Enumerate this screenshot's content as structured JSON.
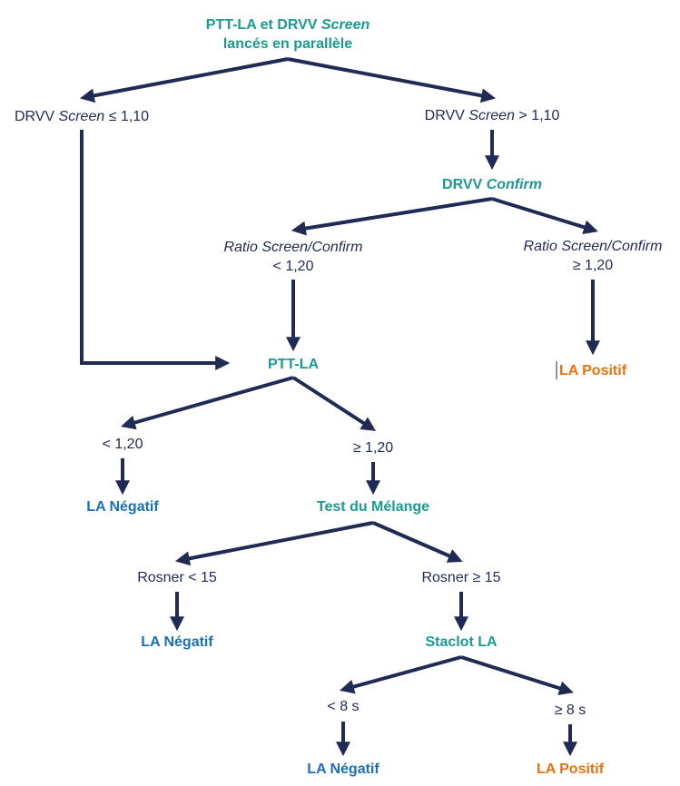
{
  "colors": {
    "teal": "#1b9a93",
    "navy": "#1f2a55",
    "negative": "#1b6fbb",
    "positive": "#e8720d"
  },
  "nodes": {
    "start_line1_a": "PTT-LA et DRVV ",
    "start_line1_b": "Screen",
    "start_line2": "lancés en parallèle",
    "drvv_low_a": "DRVV ",
    "drvv_low_b": "Screen",
    "drvv_low_c": " ≤ 1,10",
    "drvv_high_a": "DRVV ",
    "drvv_high_b": "Screen",
    "drvv_high_c": " > 1,10",
    "confirm_a": "DRVV ",
    "confirm_b": "Confirm",
    "ratio_low_1": "Ratio Screen/Confirm",
    "ratio_low_2": "< 1,20",
    "ratio_high_1": "Ratio Screen/Confirm",
    "ratio_high_2": "≥ 1,20",
    "ptt": "PTT-LA",
    "la_pos_1": "LA Positif",
    "ptt_low": "< 1,20",
    "ptt_high": "≥ 1,20",
    "la_neg_1": "LA Négatif",
    "mix": "Test du Mélange",
    "rosner_low": "Rosner < 15",
    "rosner_high": "Rosner ≥ 15",
    "la_neg_2": "LA Négatif",
    "staclot": "Staclot LA",
    "staclot_low": "< 8 s",
    "staclot_high": "≥ 8 s",
    "la_neg_3": "LA Négatif",
    "la_pos_2": "LA Positif"
  }
}
